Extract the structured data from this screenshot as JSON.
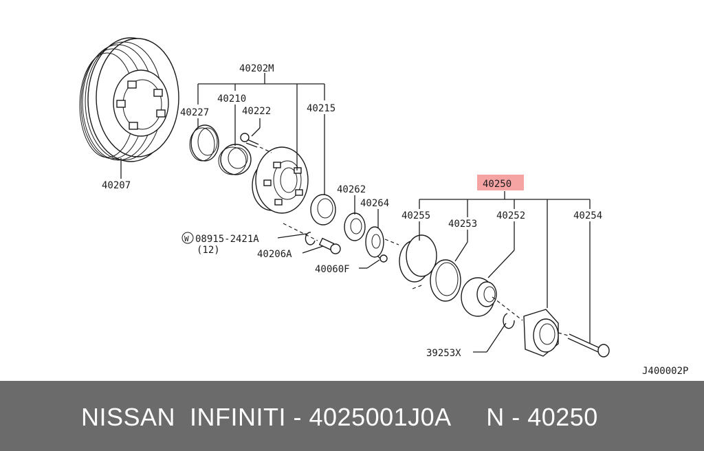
{
  "diagram": {
    "highlight_color": "#f5a3a3",
    "labels": {
      "p40202M": "40202M",
      "p40210": "40210",
      "p40227": "40227",
      "p40222": "40222",
      "p40215": "40215",
      "p40207": "40207",
      "p40262": "40262",
      "p40264": "40264",
      "p40250": "40250",
      "p40255": "40255",
      "p40253": "40253",
      "p40252": "40252",
      "p40254": "40254",
      "p08915": "08915-2421A",
      "p08915_qty": "(12)",
      "p08915_prefix": "W",
      "p40206A": "40206A",
      "p40060F": "40060F",
      "p39253X": "39253X",
      "ref_code": "J400002P"
    }
  },
  "banner": {
    "text": "NISSAN  INFINITI - 4025001J0A     N - 40250",
    "background": "#6b6b6b"
  }
}
